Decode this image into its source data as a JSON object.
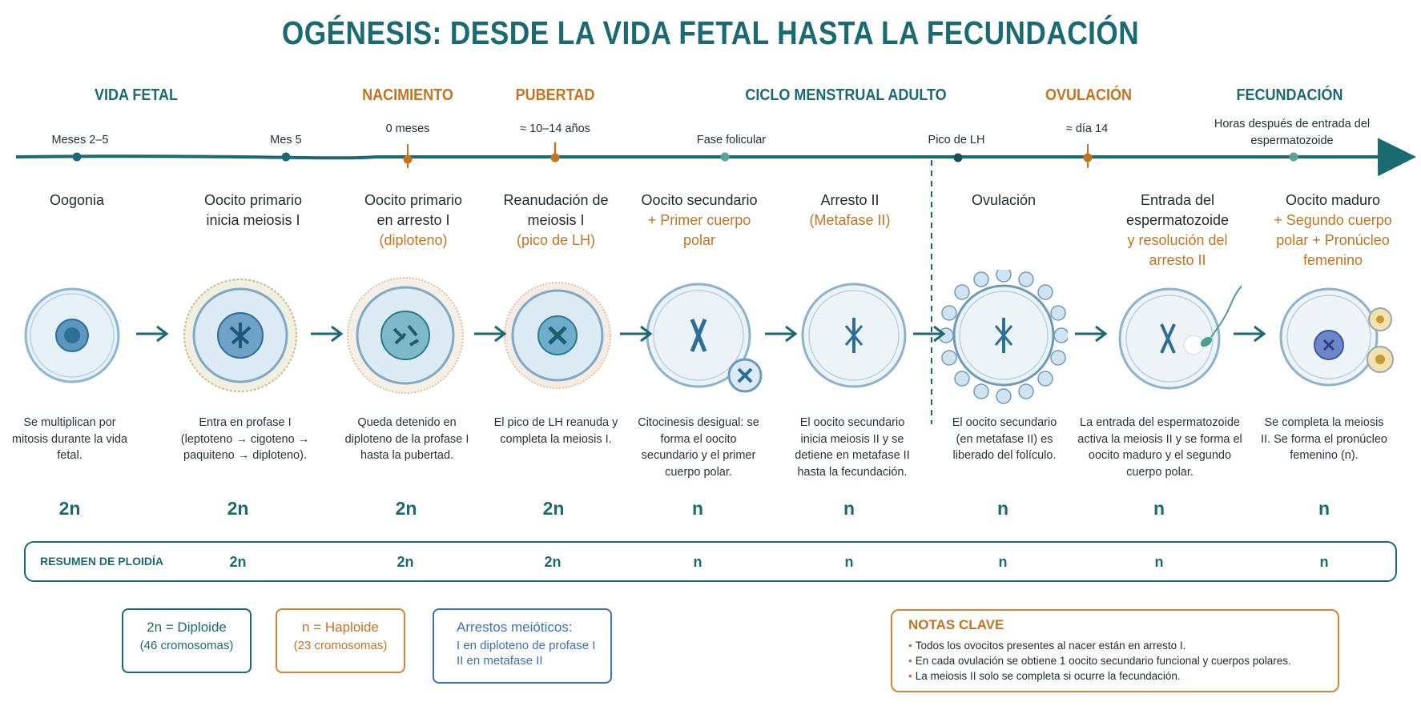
{
  "title": "OGÉNESIS: DESDE LA VIDA FETAL HASTA LA FECUNDACIÓN",
  "colors": {
    "teal": "#1b6a72",
    "orange": "#c4731f",
    "blue": "#3e6fb8"
  },
  "phases": [
    {
      "label": "VIDA FETAL",
      "color": "#1b6a72"
    },
    {
      "label": "NACIMIENTO",
      "color": "#c4731f"
    },
    {
      "label": "PUBERTAD",
      "color": "#c4731f"
    },
    {
      "label": "CICLO MENSTRUAL ADULTO",
      "color": "#1b6a72"
    },
    {
      "label": "OVULACIÓN",
      "color": "#c4731f"
    },
    {
      "label": "FECUNDACIÓN",
      "color": "#1b6a72"
    }
  ],
  "timeline_ticks": [
    {
      "label": "Meses 2–5"
    },
    {
      "label": "Mes 5"
    },
    {
      "label": "0 meses"
    },
    {
      "label": "≈ 10–14 años"
    },
    {
      "label": "Fase folicular"
    },
    {
      "label": "Pico de LH"
    },
    {
      "label": "≈ día 14"
    },
    {
      "label": "Horas después de entrada del espermatozoide"
    }
  ],
  "stages": [
    {
      "title": "Oogonia",
      "highlight": "",
      "description": "Se multiplican por mitosis durante la vida fetal.",
      "ploidy": "2n"
    },
    {
      "title": "Oocito primario inicia meiosis I",
      "highlight": "",
      "description": "Entra en profase I (leptoteno → cigoteno → paquiteno → diploteno).",
      "ploidy": "2n"
    },
    {
      "title": "Oocito primario en arresto I",
      "highlight": "(diploteno)",
      "description": "Queda detenido en diploteno de la profase I hasta la pubertad.",
      "ploidy": "2n"
    },
    {
      "title": "Reanudación de meiosis I",
      "highlight": "(pico de LH)",
      "description": "El pico de LH reanuda y completa la meiosis I.",
      "ploidy": "2n"
    },
    {
      "title": "Oocito secundario",
      "highlight": "+ Primer cuerpo polar",
      "description": "Citocinesis desigual: se forma el oocito secundario y el primer cuerpo polar.",
      "ploidy": "n"
    },
    {
      "title": "Arresto II",
      "highlight": "(Metafase II)",
      "description": "El oocito secundario inicia meiosis II y se detiene en metafase II hasta la fecundación.",
      "ploidy": "n"
    },
    {
      "title": "Ovulación",
      "highlight": "",
      "description": "El oocito secundario (en metafase II) es liberado del folículo.",
      "ploidy": "n"
    },
    {
      "title": "Entrada del espermatozoide",
      "highlight": "y resolución del arresto II",
      "description": "La entrada del espermatozoide activa la meiosis II y se forma el oocito maduro y el segundo cuerpo polar.",
      "ploidy": "n"
    },
    {
      "title": "Oocito maduro",
      "highlight": "+ Segundo cuerpo polar + Pronúcleo femenino",
      "description": "Se completa la meiosis II. Se forma el pronúcleo femenino (n).",
      "ploidy": "n"
    }
  ],
  "summary": {
    "label": "RESUMEN DE PLOIDÍA",
    "values": [
      "2n",
      "2n",
      "2n",
      "n",
      "n",
      "n",
      "n",
      "n"
    ]
  },
  "legend": {
    "diploid": {
      "line1": "2n = Diploide",
      "line2": "(46 cromosomas)"
    },
    "haploid": {
      "line1": "n = Haploide",
      "line2": "(23 cromosomas)"
    },
    "arrests": {
      "line1": "Arrestos meióticos:",
      "line2": "I en diploteno de profase I",
      "line3": "II en metafase II"
    }
  },
  "notes": {
    "title": "NOTAS CLAVE",
    "items": [
      "Todos los ovocitos presentes al nacer están en arresto I.",
      "En cada ovulación se obtiene 1 oocito secundario funcional y cuerpos polares.",
      "La meiosis II solo se completa si ocurre la fecundación."
    ]
  }
}
